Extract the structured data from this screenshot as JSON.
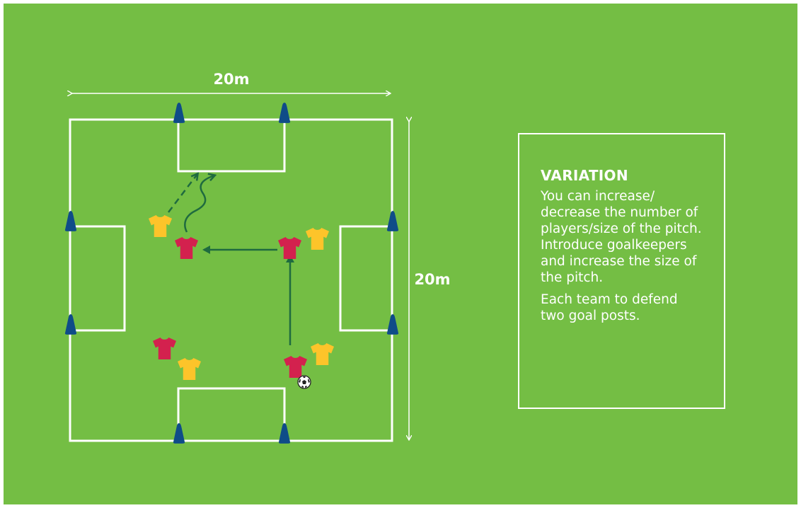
{
  "diagram": {
    "width_label": "20m",
    "height_label": "20m",
    "colors": {
      "pitch": "#74be44",
      "lines": "#ffffff",
      "cone": "#0f4c88",
      "team_red": "#d3214e",
      "team_yellow": "#fdc42a",
      "arrow": "#1f6b3f"
    },
    "icons": {
      "cone": "cone-icon",
      "red_shirt": "red-shirt-icon",
      "yellow_shirt": "yellow-shirt-icon",
      "ball": "ball-icon"
    }
  },
  "variation": {
    "title": "VARIATION",
    "paragraph1": "You can increase/ decrease the number of players/size of the pitch. Introduce goalkeepers and increase the size of the pitch.",
    "paragraph2": "Each team to defend two goal posts."
  }
}
